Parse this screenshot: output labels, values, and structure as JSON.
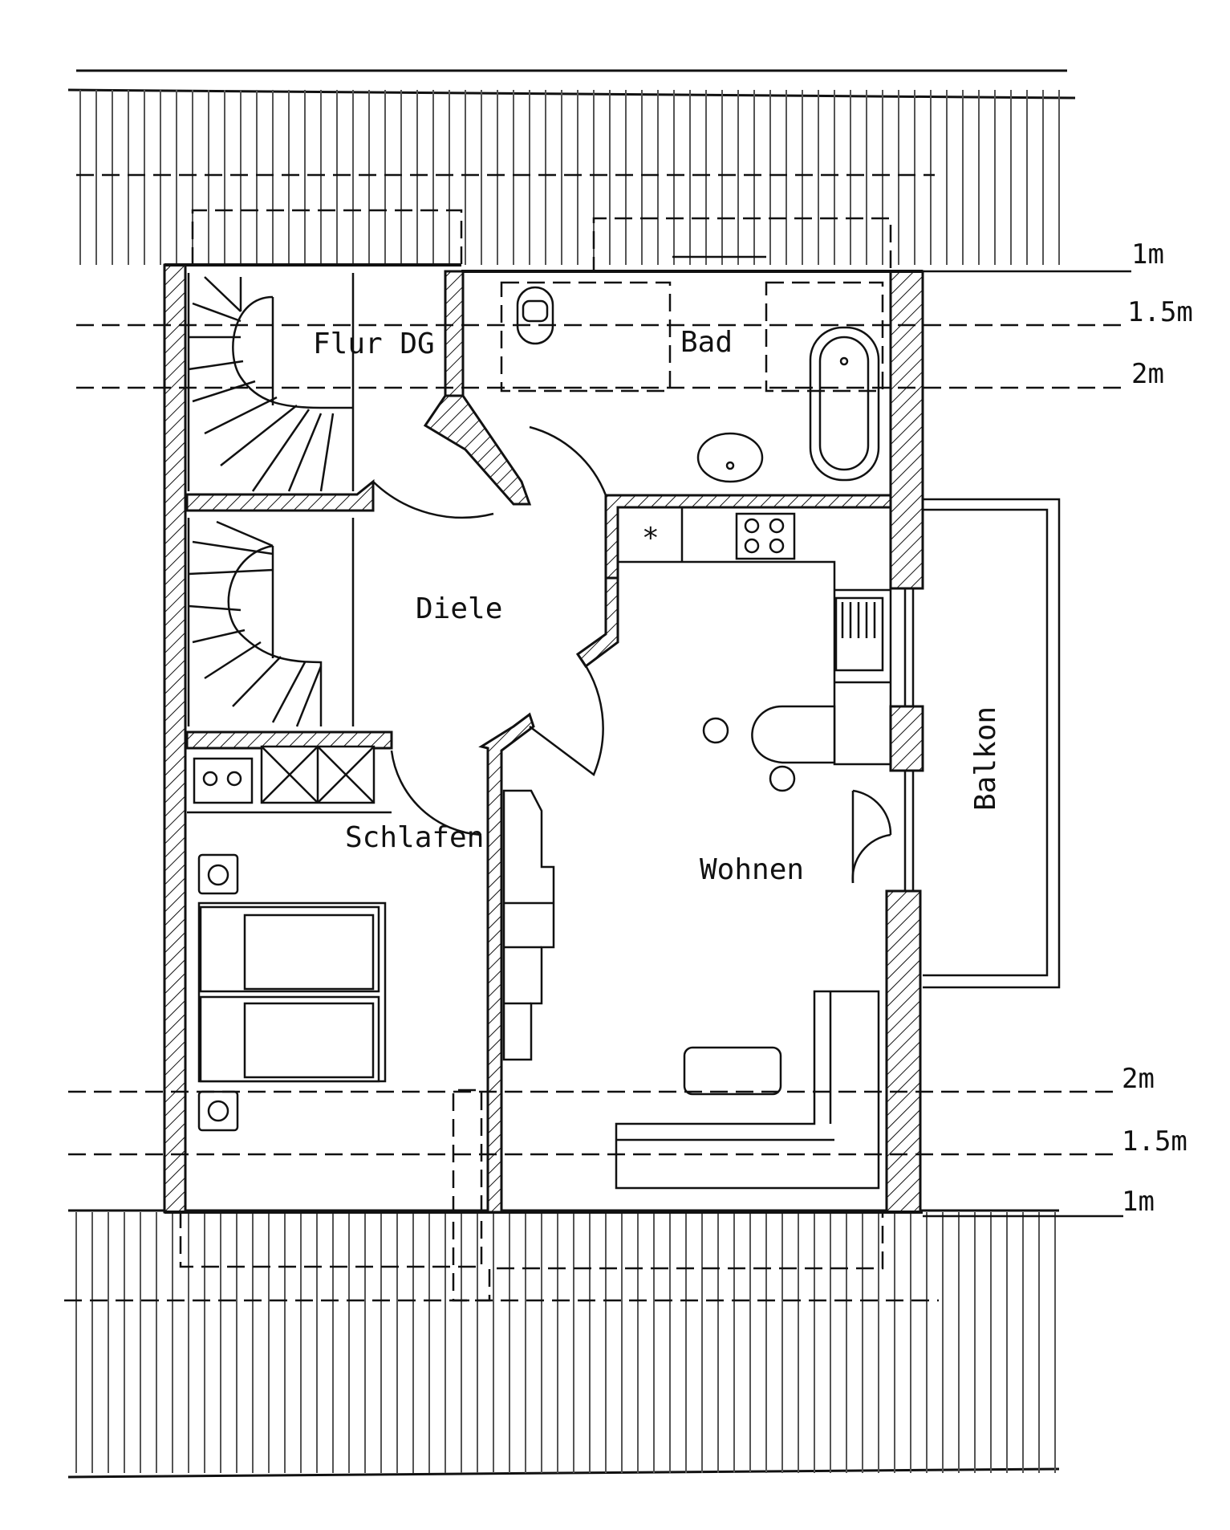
{
  "rooms": {
    "flur": "Flur DG",
    "bad": "Bad",
    "diele": "Diele",
    "schlafen": "Schlafen",
    "wohnen": "Wohnen",
    "balkon": "Balkon"
  },
  "height_marks": {
    "top": [
      "1m",
      "1.5m",
      "2m"
    ],
    "bottom": [
      "2m",
      "1.5m",
      "1m"
    ]
  },
  "symbols": {
    "asterisk": "*"
  }
}
